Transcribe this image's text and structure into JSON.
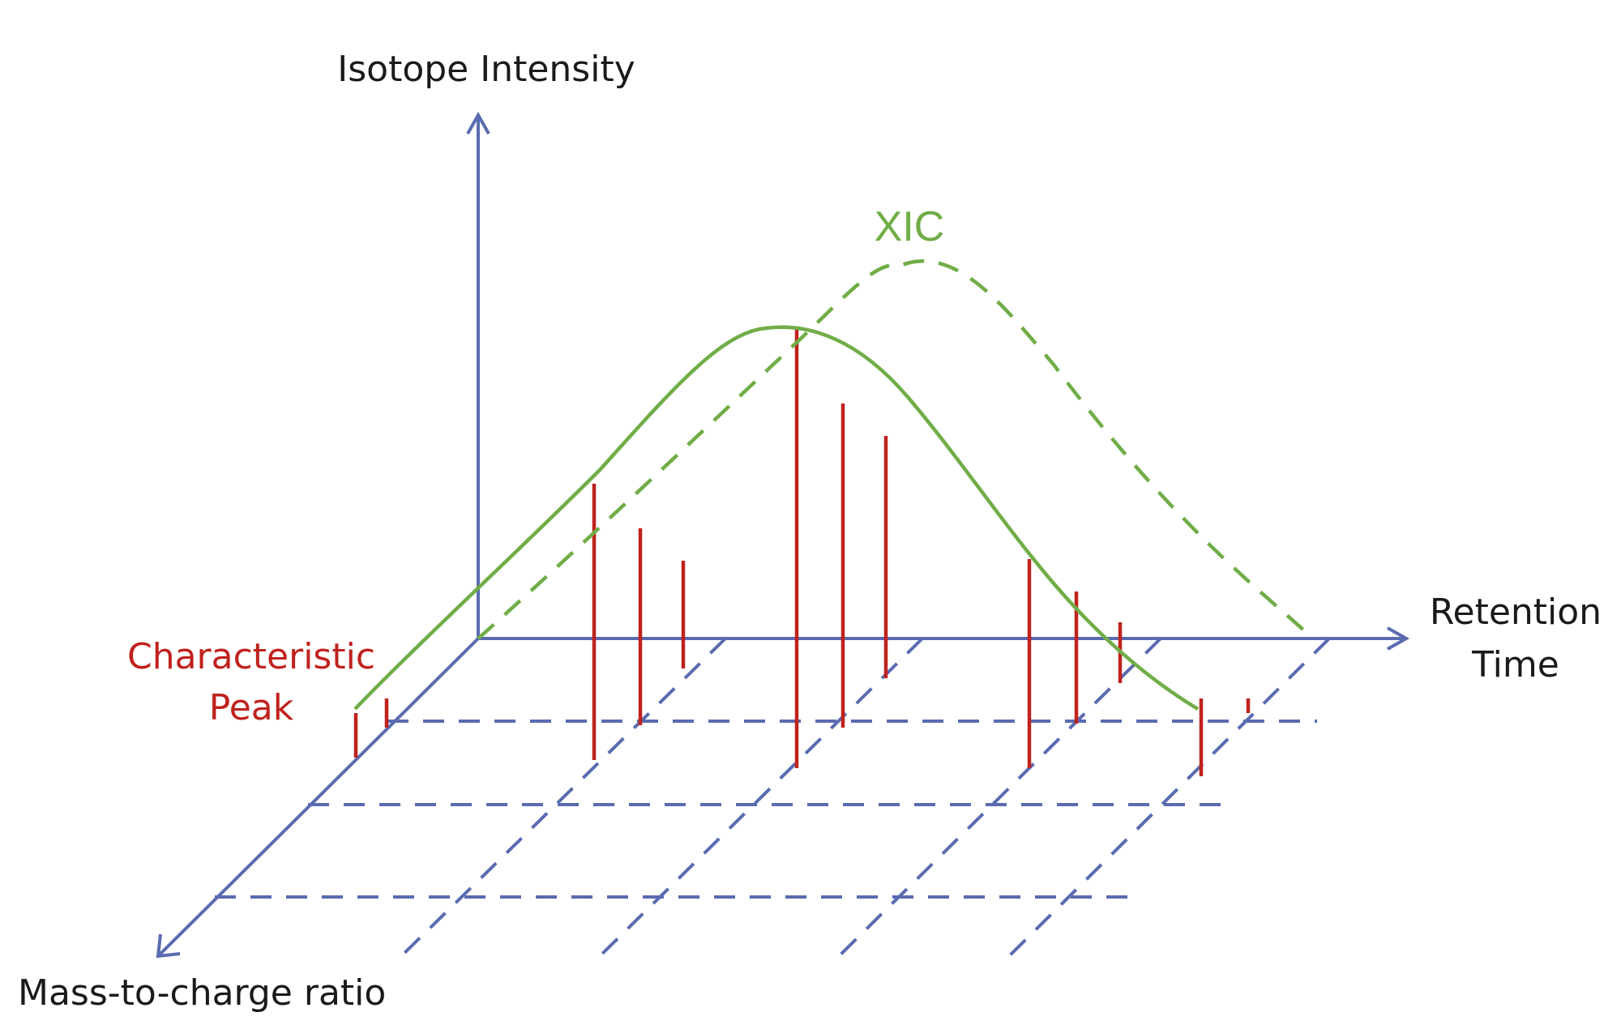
{
  "labels": {
    "y_axis": "Isotope Intensity",
    "x_axis_line1": "Retention",
    "x_axis_line2": "Time",
    "z_axis": "Mass-to-charge ratio",
    "characteristic_line1": "Characteristic",
    "characteristic_line2": "Peak",
    "xic": "XIC"
  },
  "colors": {
    "axis": "#5a6bb0",
    "peak": "#c0221e",
    "xic": "#70ad47",
    "text": "#1a1a1a"
  }
}
